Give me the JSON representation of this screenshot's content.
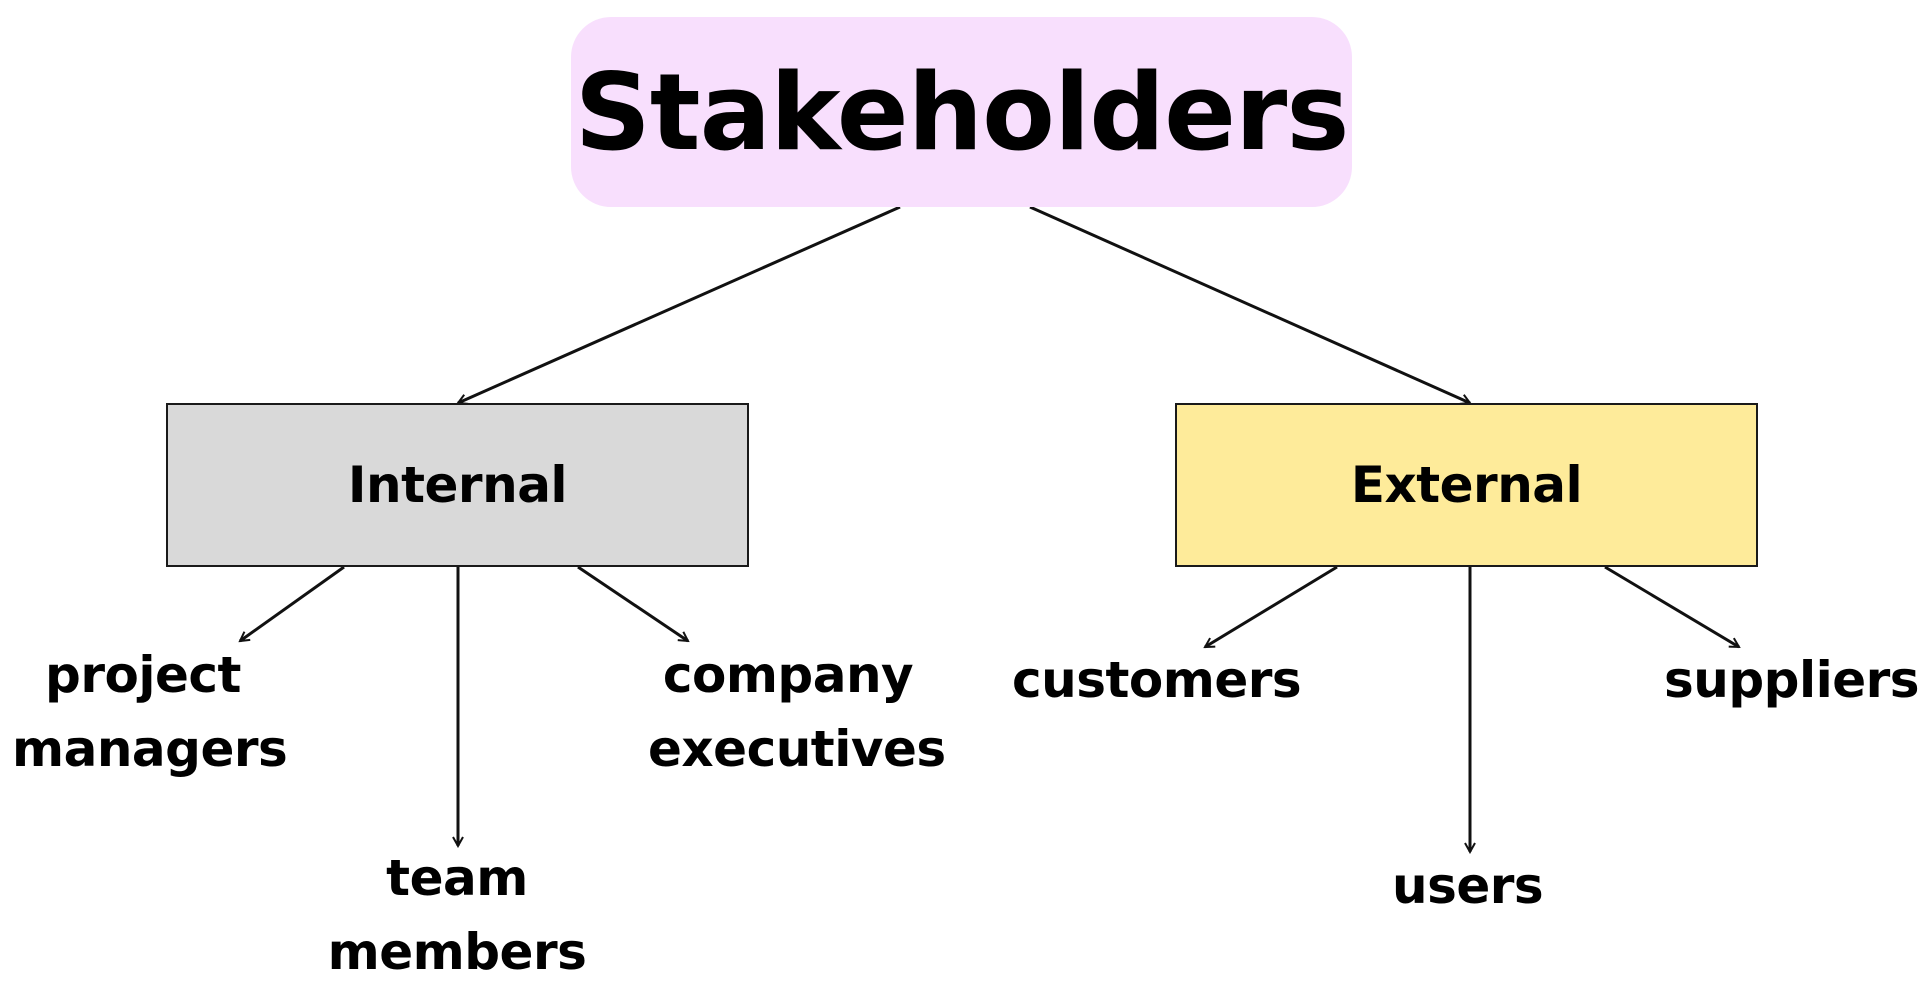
{
  "colors": {
    "root_fill": "#f8dffd",
    "internal_fill": "#d9d9d9",
    "external_fill": "#feeb9a",
    "line": "#111111",
    "text": "#000000"
  },
  "root": {
    "label": "Stakeholders"
  },
  "categories": [
    {
      "label": "Internal",
      "children": [
        {
          "lines": [
            "project",
            "managers"
          ]
        },
        {
          "lines": [
            "team",
            "members"
          ]
        },
        {
          "lines": [
            "company",
            "executives"
          ]
        }
      ]
    },
    {
      "label": "External",
      "children": [
        {
          "lines": [
            "customers"
          ]
        },
        {
          "lines": [
            "users"
          ]
        },
        {
          "lines": [
            "suppliers"
          ]
        }
      ]
    }
  ]
}
